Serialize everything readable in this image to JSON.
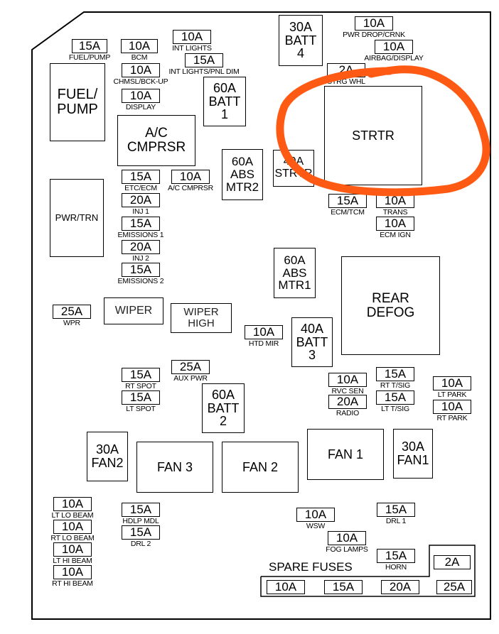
{
  "fuses": [
    {
      "id": "fuel-pump-fuse",
      "value": "15A",
      "label": "FUEL/PUMP"
    },
    {
      "id": "bcm-fuse",
      "value": "10A",
      "label": "BCM"
    },
    {
      "id": "int-lights-fuse",
      "value": "10A",
      "label": "INT LIGHTS"
    },
    {
      "id": "int-lights-pnl-dim-fuse",
      "value": "15A",
      "label": "INT LIGHTS/PNL DIM"
    },
    {
      "id": "chmsl-bck-up-fuse",
      "value": "10A",
      "label": "CHMSL/BCK-UP"
    },
    {
      "id": "display-fuse",
      "value": "10A",
      "label": "DISPLAY"
    },
    {
      "id": "pwr-drop-crnk-fuse",
      "value": "10A",
      "label": "PWR DROP/CRNK"
    },
    {
      "id": "airbag-display-fuse",
      "value": "10A",
      "label": "AIRBAG/DISPLAY"
    },
    {
      "id": "strg-whl-fuse",
      "value": "2A",
      "label": "STRG WHL"
    },
    {
      "id": "etc-ecm-fuse",
      "value": "15A",
      "label": "ETC/ECM"
    },
    {
      "id": "ac-cmprsr-fuse",
      "value": "10A",
      "label": "A/C CMPRSR"
    },
    {
      "id": "inj-1-fuse",
      "value": "20A",
      "label": "INJ 1"
    },
    {
      "id": "emissions-1-fuse",
      "value": "15A",
      "label": "EMISSIONS 1"
    },
    {
      "id": "inj-2-fuse",
      "value": "20A",
      "label": "INJ 2"
    },
    {
      "id": "emissions-2-fuse",
      "value": "15A",
      "label": "EMISSIONS 2"
    },
    {
      "id": "ecm-tcm-fuse",
      "value": "15A",
      "label": "ECM/TCM"
    },
    {
      "id": "trans-fuse",
      "value": "10A",
      "label": "TRANS"
    },
    {
      "id": "ecm-ign-fuse",
      "value": "10A",
      "label": "ECM IGN"
    },
    {
      "id": "wpr-fuse",
      "value": "25A",
      "label": "WPR"
    },
    {
      "id": "htd-mir-fuse",
      "value": "10A",
      "label": "HTD MIR"
    },
    {
      "id": "aux-pwr-fuse",
      "value": "25A",
      "label": "AUX PWR"
    },
    {
      "id": "rt-spot-fuse",
      "value": "15A",
      "label": "RT SPOT"
    },
    {
      "id": "lt-spot-fuse",
      "value": "15A",
      "label": "LT SPOT"
    },
    {
      "id": "rvc-sen-fuse",
      "value": "10A",
      "label": "RVC SEN"
    },
    {
      "id": "radio-fuse",
      "value": "20A",
      "label": "RADIO"
    },
    {
      "id": "rt-tsig-fuse",
      "value": "15A",
      "label": "RT T/SIG"
    },
    {
      "id": "lt-tsig-fuse",
      "value": "15A",
      "label": "LT T/SIG"
    },
    {
      "id": "lt-park-fuse",
      "value": "10A",
      "label": "LT PARK"
    },
    {
      "id": "rt-park-fuse",
      "value": "10A",
      "label": "RT PARK"
    },
    {
      "id": "lt-lo-beam-fuse",
      "value": "10A",
      "label": "LT LO BEAM"
    },
    {
      "id": "rt-lo-beam-fuse",
      "value": "10A",
      "label": "RT LO BEAM"
    },
    {
      "id": "lt-hi-beam-fuse",
      "value": "10A",
      "label": "LT HI BEAM"
    },
    {
      "id": "rt-hi-beam-fuse",
      "value": "10A",
      "label": "RT HI BEAM"
    },
    {
      "id": "hdlp-mdl-fuse",
      "value": "15A",
      "label": "HDLP MDL"
    },
    {
      "id": "drl-2-fuse",
      "value": "15A",
      "label": "DRL 2"
    },
    {
      "id": "wsw-fuse",
      "value": "10A",
      "label": "WSW"
    },
    {
      "id": "drl-1-fuse",
      "value": "15A",
      "label": "DRL 1"
    },
    {
      "id": "fog-lamps-fuse",
      "value": "10A",
      "label": "FOG LAMPS"
    },
    {
      "id": "horn-fuse",
      "value": "15A",
      "label": "HORN"
    }
  ],
  "relays": [
    {
      "id": "batt-4-fuse",
      "text": "30A\nBATT\n4"
    },
    {
      "id": "fuel-pump-relay",
      "text": "FUEL/\nPUMP"
    },
    {
      "id": "batt-1-fuse",
      "text": "60A\nBATT\n1"
    },
    {
      "id": "ac-cmprsr-relay",
      "text": "A/C\nCMPRSR"
    },
    {
      "id": "strtr-relay",
      "text": "STRTR"
    },
    {
      "id": "abs-mtr2-fuse",
      "text": "60A\nABS\nMTR2"
    },
    {
      "id": "strtr-fuse",
      "text": "40A\nSTRTR"
    },
    {
      "id": "pwr-trn-relay",
      "text": "PWR/TRN"
    },
    {
      "id": "abs-mtr1-fuse",
      "text": "60A\nABS\nMTR1"
    },
    {
      "id": "rear-defog-relay",
      "text": "REAR\nDEFOG"
    },
    {
      "id": "wiper-relay",
      "text": "WIPER"
    },
    {
      "id": "wiper-high-relay",
      "text": "WIPER\nHIGH"
    },
    {
      "id": "batt-3-fuse",
      "text": "40A\nBATT\n3"
    },
    {
      "id": "batt-2-fuse",
      "text": "60A\nBATT\n2"
    },
    {
      "id": "fan2-fuse",
      "text": "30A\nFAN2"
    },
    {
      "id": "fan-3-relay",
      "text": "FAN 3"
    },
    {
      "id": "fan-2-relay",
      "text": "FAN 2"
    },
    {
      "id": "fan-1-relay",
      "text": "FAN 1"
    },
    {
      "id": "fan1-fuse",
      "text": "30A\nFAN1"
    }
  ],
  "spares": {
    "title": "SPARE FUSES",
    "values": [
      "2A",
      "10A",
      "15A",
      "20A",
      "25A"
    ]
  },
  "highlight": {
    "color": "#FF5A14"
  }
}
